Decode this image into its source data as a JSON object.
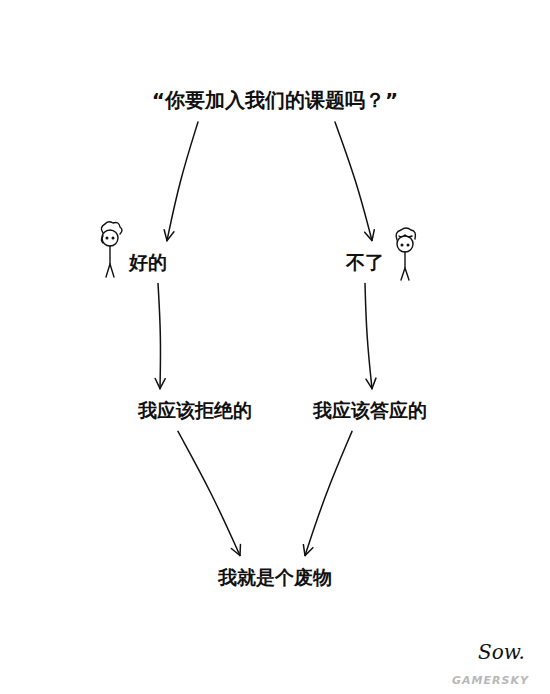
{
  "diagram": {
    "nodes": [
      {
        "text": [
          "“你要加入我们的课题吗？”"
        ]
      },
      {
        "text": [
          "好的"
        ]
      },
      {
        "text": [
          "不了"
        ]
      },
      {
        "text": [
          "我应该拒绝的"
        ]
      },
      {
        "text": [
          "我应该答应的"
        ]
      },
      {
        "text": [
          "我就是个废物"
        ]
      }
    ],
    "edges": [
      {
        "from": 0,
        "to": 1,
        "arrow": "to"
      },
      {
        "from": 0,
        "to": 2,
        "arrow": "to"
      },
      {
        "from": 1,
        "to": 3,
        "arrow": "to"
      },
      {
        "from": 2,
        "to": 4,
        "arrow": "to"
      },
      {
        "from": 3,
        "to": 5,
        "arrow": "to"
      },
      {
        "from": 4,
        "to": 5,
        "arrow": "to"
      }
    ],
    "labels": [
      "Sow.",
      "GAMERSKY"
    ]
  }
}
